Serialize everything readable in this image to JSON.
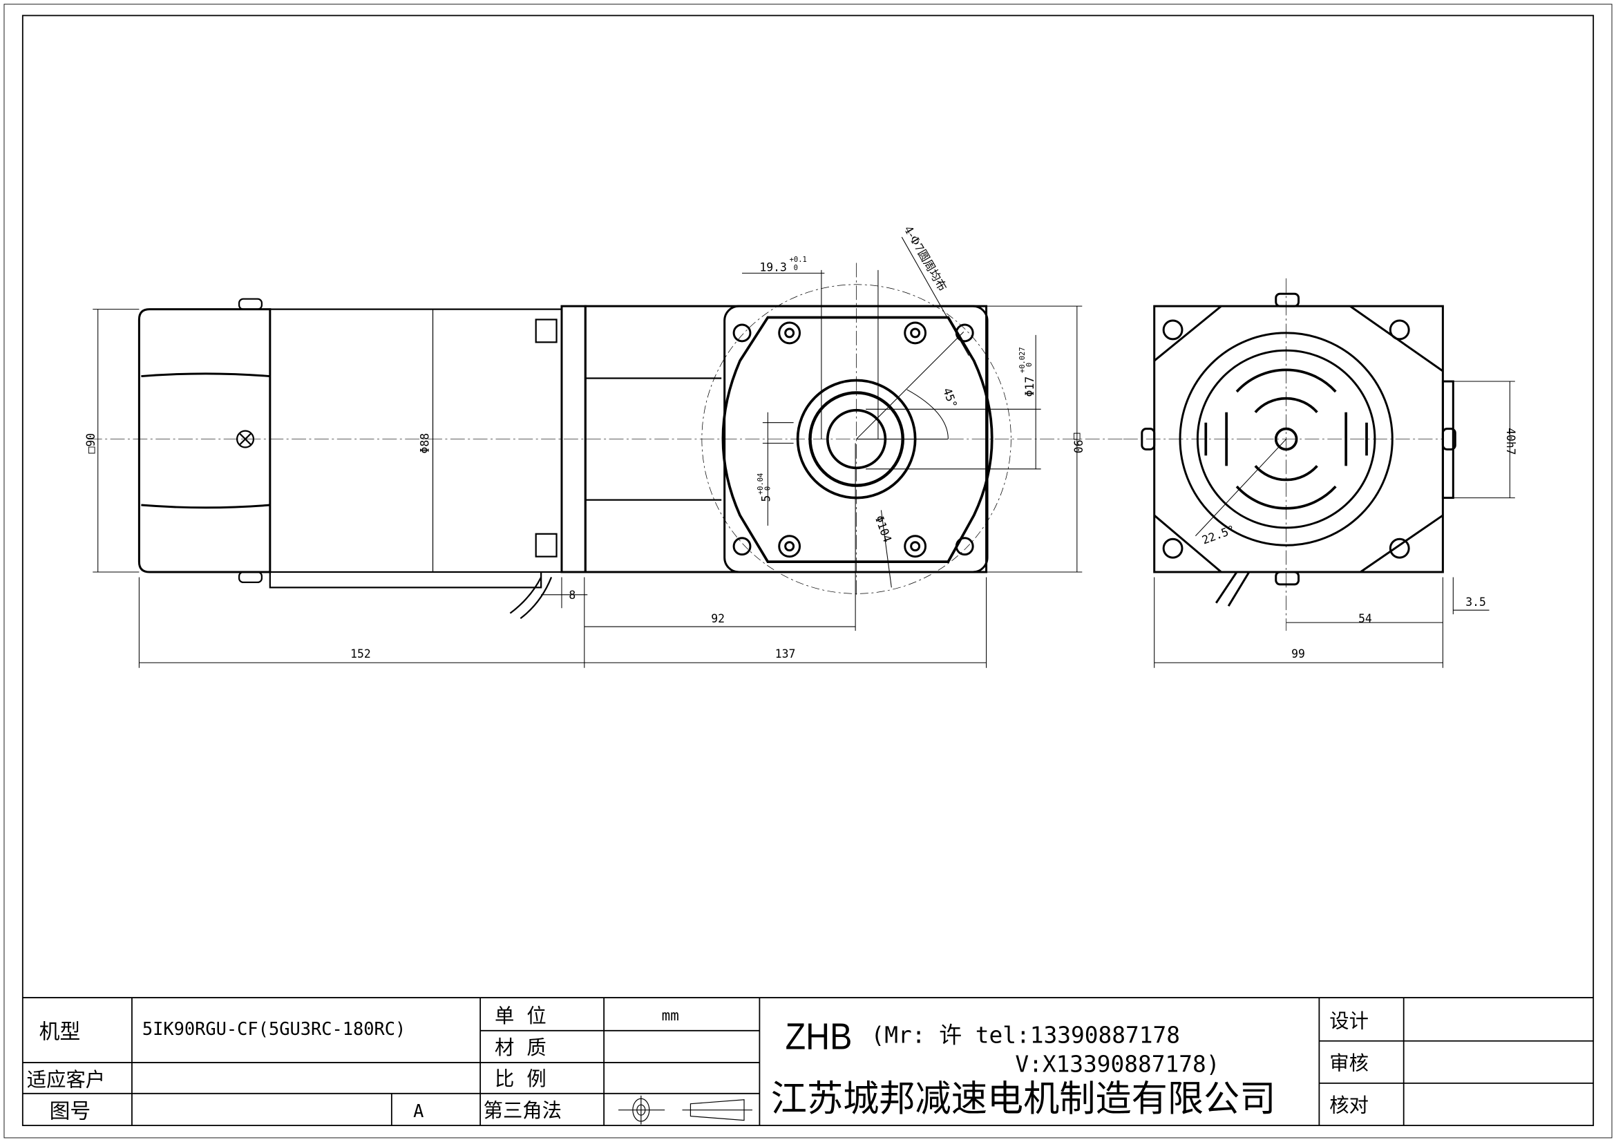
{
  "dimensions": {
    "left_view": {
      "sq90": "□90",
      "phi88": "Φ88",
      "len152": "152",
      "len8": "8"
    },
    "front_view": {
      "w193": "19.3",
      "w193_tol_up": "+0.1",
      "w193_tol_lo": "0",
      "holes": "4-Φ7圆周均布",
      "phi17": "Φ17",
      "phi17_tol_up": "+0.027",
      "phi17_tol_lo": "0",
      "angle45": "45°",
      "key5": "5",
      "key5_tol_up": "+0.04",
      "key5_tol_lo": "0",
      "phi104": "Φ104",
      "sq90": "□90",
      "len92": "92",
      "len137": "137"
    },
    "right_view": {
      "h7": "40h7",
      "angle225": "22.5°",
      "len54": "54",
      "len35": "3.5",
      "len99": "99"
    }
  },
  "title_block": {
    "model_label": "机型",
    "model_value": "5IK90RGU-CF(5GU3RC-180RC)",
    "customer_label": "适应客户",
    "drawing_no_label": "图号",
    "revision": "A",
    "unit_label": "单  位",
    "unit_value": "mm",
    "material_label": "材  质",
    "scale_label": "比  例",
    "projection_label": "第三角法",
    "brand": "ZHB",
    "contact_line1": "(Mr: 许 tel:13390887178",
    "contact_line2": "V:X13390887178)",
    "company": "江苏城邦减速电机制造有限公司",
    "design_label": "设计",
    "review_label": "审核",
    "check_label": "核对"
  }
}
